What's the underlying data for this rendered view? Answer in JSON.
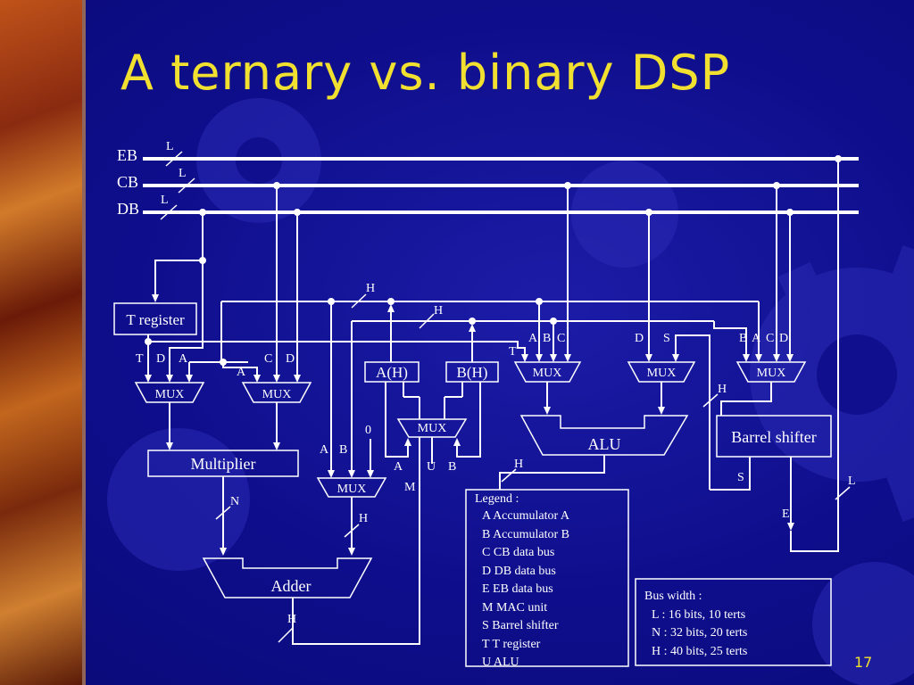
{
  "slide": {
    "title": "A ternary vs. binary DSP",
    "page_number": "17"
  },
  "buses": {
    "eb": "EB",
    "cb": "CB",
    "db": "DB",
    "width_mark": "L"
  },
  "blocks": {
    "t_register": "T register",
    "multiplier": "Multiplier",
    "adder": "Adder",
    "a_h": "A(H)",
    "b_h": "B(H)",
    "alu": "ALU",
    "barrel_shifter": "Barrel shifter",
    "mux": "MUX"
  },
  "signals": {
    "T": "T",
    "D": "D",
    "A": "A",
    "C": "C",
    "B": "B",
    "S": "S",
    "U": "U",
    "M": "M",
    "N": "N",
    "H": "H",
    "E": "E",
    "L": "L",
    "zero": "0"
  },
  "legend": {
    "title": "Legend :",
    "items": [
      "A Accumulator A",
      "B Accumulator B",
      "C CB data bus",
      "D DB data bus",
      "E EB data bus",
      "M MAC unit",
      "S Barrel shifter",
      "T T register",
      "U ALU"
    ]
  },
  "bus_width": {
    "title": "Bus width :",
    "items": [
      "L : 16 bits, 10 terts",
      "N : 32 bits, 20 terts",
      "H : 40 bits, 25 terts"
    ]
  },
  "colors": {
    "background": "#0e0e8c",
    "title": "#f2e030",
    "lines": "#ffffff"
  }
}
